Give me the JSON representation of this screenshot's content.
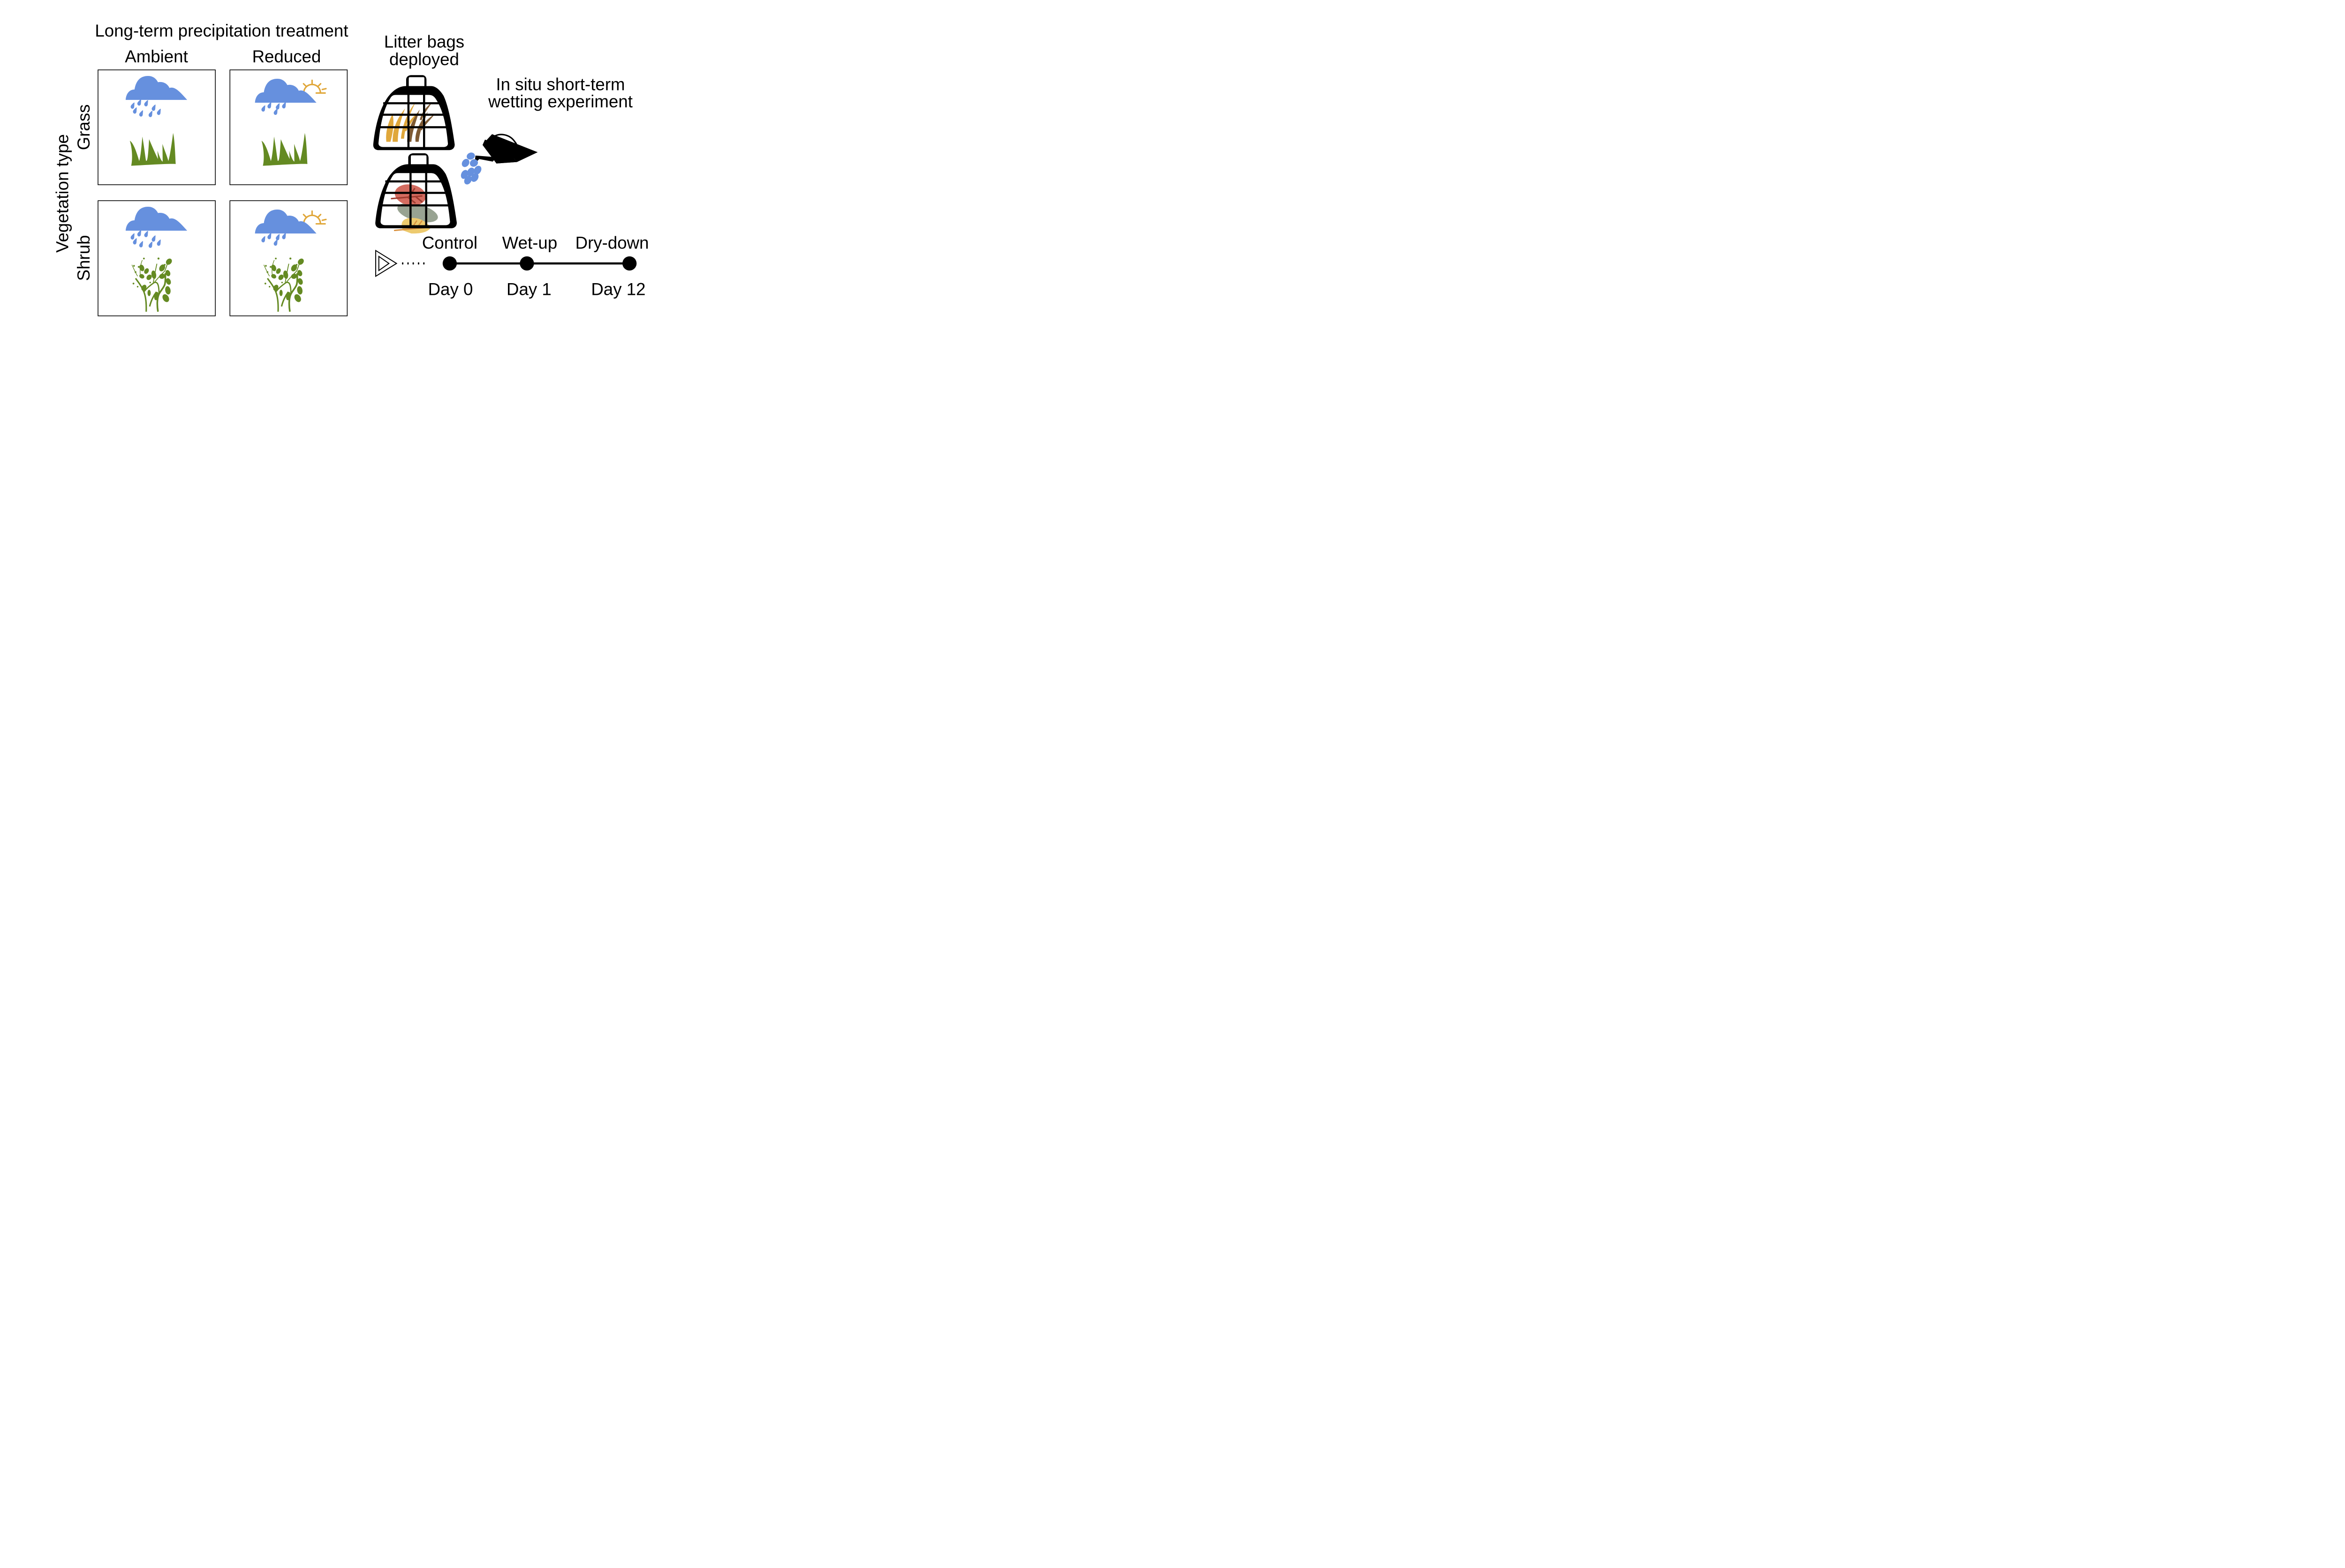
{
  "figure": {
    "title": "Long-term precipitation treatment",
    "columns": [
      {
        "label": "Ambient",
        "treatment": "ambient"
      },
      {
        "label": "Reduced",
        "treatment": "reduced"
      }
    ],
    "row_axis_label": "Vegetation type",
    "rows": [
      {
        "label": "Grass",
        "vegetation": "grass"
      },
      {
        "label": "Shrub",
        "vegetation": "shrub"
      }
    ],
    "panels": [
      {
        "row": "Grass",
        "column": "Ambient",
        "icons": [
          "rain-cloud-icon",
          "grass-icon"
        ],
        "raindrops": 8,
        "sun": false
      },
      {
        "row": "Grass",
        "column": "Reduced",
        "icons": [
          "rain-cloud-icon",
          "sun-icon",
          "grass-icon"
        ],
        "raindrops": 5,
        "sun": true
      },
      {
        "row": "Shrub",
        "column": "Ambient",
        "icons": [
          "rain-cloud-icon",
          "shrub-icon"
        ],
        "raindrops": 8,
        "sun": false
      },
      {
        "row": "Shrub",
        "column": "Reduced",
        "icons": [
          "rain-cloud-icon",
          "sun-icon",
          "shrub-icon"
        ],
        "raindrops": 5,
        "sun": true
      }
    ]
  },
  "litter": {
    "label_line1": "Litter bags",
    "label_line2": "deployed",
    "bags": [
      {
        "contents": "grass litter",
        "icon": "litter-bag-grass-icon"
      },
      {
        "contents": "shrub leaf litter",
        "icon": "litter-bag-leaves-icon"
      }
    ]
  },
  "experiment": {
    "label_line1": "In situ short-term",
    "label_line2": "wetting experiment",
    "icon": "watering-can-icon"
  },
  "timeline": {
    "points": [
      {
        "phase": "Control",
        "day": "Day 0"
      },
      {
        "phase": "Wet-up",
        "day": "Day 1"
      },
      {
        "phase": "Dry-down",
        "day": "Day 12"
      }
    ]
  },
  "colors": {
    "rain": "#6690DE",
    "sun": "#E0A73A",
    "vegetation": "#648A22",
    "grass_litter_light": "#E0A73A",
    "grass_litter_dark": "#7E5A33",
    "leaf_red": "#D46C60",
    "leaf_red_vein": "#9E3C30",
    "leaf_sage": "#98A392",
    "leaf_yellow": "#EDCA6E",
    "leaf_yellow_vein": "#DA9240",
    "ink": "#000000"
  }
}
